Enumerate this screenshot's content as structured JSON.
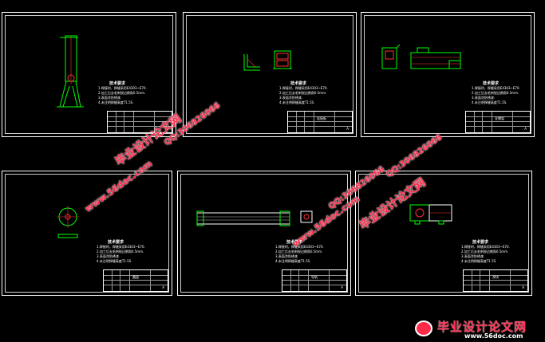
{
  "sheets": [
    {
      "notes_title": "技术要求",
      "notes": [
        "1.焊接时，焊缝采用E4303~E70.",
        "2.加工后去毛刺锐边倒角0.5mm.",
        "3.表面涂防锈漆.",
        "4.未注明焊缝高度T1.5S."
      ],
      "title_name": "",
      "scale_mark": "A"
    },
    {
      "notes_title": "技术要求",
      "notes": [
        "1.焊接时，焊缝采用E4303~E70.",
        "2.加工后去毛刺锐边倒角0.5mm.",
        "3.表面涂防锈漆.",
        "4.未注明焊缝高度T1.5S."
      ],
      "title_name": "连接板",
      "scale_mark": "A"
    },
    {
      "notes_title": "技术要求",
      "notes": [
        "1.焊接时，焊缝采用E4303~E70.",
        "2.加工后去毛刺锐边倒角0.5mm.",
        "3.表面涂防锈漆.",
        "4.未注明焊缝高度T1.5S."
      ],
      "title_name": "支撑架",
      "scale_mark": "A"
    },
    {
      "notes_title": "技术要求",
      "notes": [
        "1.焊接时，焊缝采用E4303~E70.",
        "2.加工后去毛刺锐边倒角0.5mm.",
        "3.表面涂防锈漆.",
        "4.未注明焊缝高度T1.5S."
      ],
      "title_name": "圆盘",
      "scale_mark": "A"
    },
    {
      "notes_title": "技术要求",
      "notes": [
        "1.焊接时，焊缝采用E4303~E70.",
        "2.加工后去毛刺锐边倒角0.5mm.",
        "3.表面涂防锈漆.",
        "4.未注明焊缝高度T1.5S."
      ],
      "title_name": "导轨",
      "scale_mark": "A"
    },
    {
      "notes_title": "技术要求",
      "notes": [
        "1.焊接时，焊缝采用E4303~E70.",
        "2.加工后去毛刺锐边倒角0.5mm.",
        "3.表面涂防锈漆.",
        "4.未注明焊缝高度T1.5S."
      ],
      "title_name": "滑块",
      "scale_mark": "A"
    }
  ],
  "watermarks": {
    "site": "www.56doc.com",
    "qq": "QQ:306826066",
    "brand": "毕业设计论文网"
  },
  "logo": {
    "text": "毕业设计论文网",
    "url": "www.56doc.com"
  },
  "colors": {
    "line": "#00ff00",
    "detail": "#ff3030",
    "watermark": "#ff2a4a",
    "frame": "#ffffff"
  }
}
